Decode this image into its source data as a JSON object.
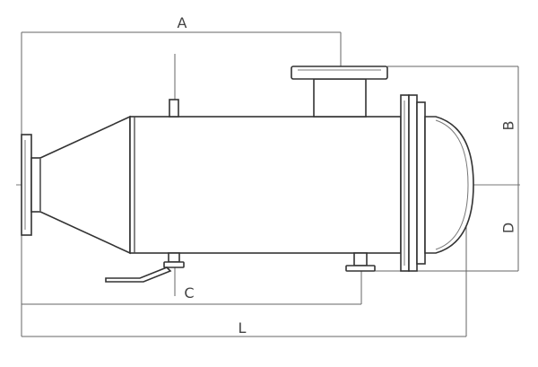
{
  "dimensions": {
    "a": "A",
    "b": "B",
    "c": "C",
    "d": "D",
    "l": "L"
  },
  "colors": {
    "stroke": "#333333",
    "background": "#ffffff"
  }
}
